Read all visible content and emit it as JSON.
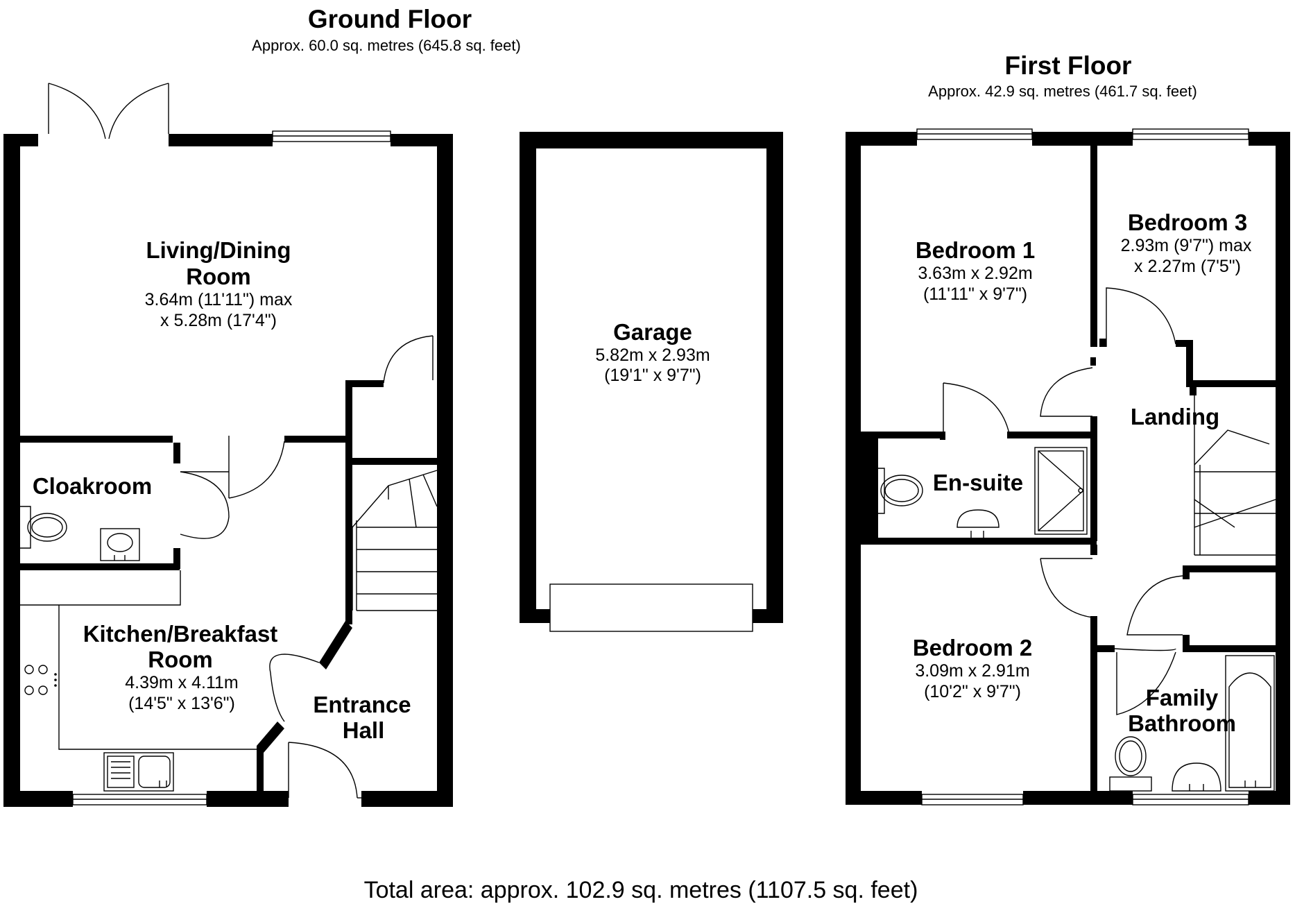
{
  "ground_floor": {
    "title": "Ground Floor",
    "area": "Approx. 60.0 sq. metres (645.8 sq. feet)",
    "rooms": {
      "living": {
        "name1": "Living/Dining",
        "name2": "Room",
        "dim1": "3.64m (11'11\") max",
        "dim2": "x 5.28m (17'4\")"
      },
      "cloakroom": {
        "name1": "Cloakroom"
      },
      "kitchen": {
        "name1": "Kitchen/Breakfast",
        "name2": "Room",
        "dim1": "4.39m x 4.11m",
        "dim2": "(14'5\" x 13'6\")"
      },
      "hall": {
        "name1": "Entrance",
        "name2": "Hall"
      }
    }
  },
  "garage": {
    "name1": "Garage",
    "dim1": "5.82m x 2.93m",
    "dim2": "(19'1\" x 9'7\")"
  },
  "first_floor": {
    "title": "First Floor",
    "area": "Approx. 42.9 sq. metres (461.7 sq. feet)",
    "rooms": {
      "bedroom1": {
        "name1": "Bedroom 1",
        "dim1": "3.63m x 2.92m",
        "dim2": "(11'11\" x 9'7\")"
      },
      "bedroom3": {
        "name1": "Bedroom 3",
        "dim1": "2.93m (9'7\") max",
        "dim2": "x 2.27m (7'5\")"
      },
      "landing": {
        "name1": "Landing"
      },
      "ensuite": {
        "name1": "En-suite"
      },
      "bedroom2": {
        "name1": "Bedroom 2",
        "dim1": "3.09m x 2.91m",
        "dim2": "(10'2\" x 9'7\")"
      },
      "bathroom": {
        "name1": "Family",
        "name2": "Bathroom"
      }
    }
  },
  "total_area": "Total area: approx. 102.9 sq. metres (1107.5 sq. feet)"
}
